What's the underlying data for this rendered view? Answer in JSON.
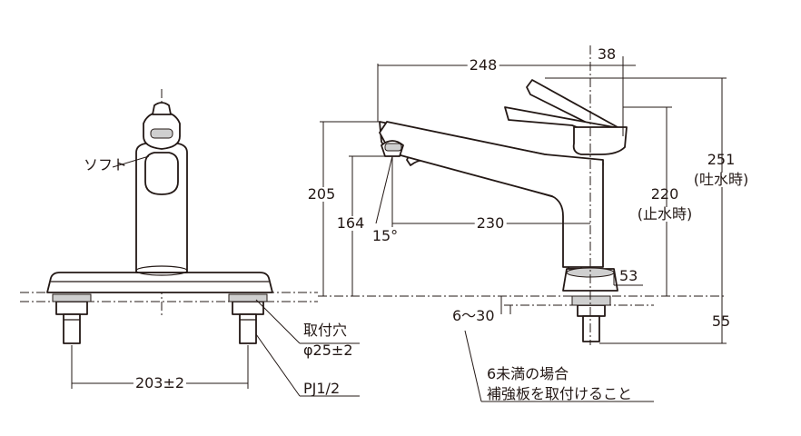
{
  "drawing": {
    "front_view": {
      "label_soft": "ソフト",
      "hole_label_line1": "取付穴",
      "hole_label_line2": "φ25±2",
      "pipe_thread": "PJ1/2",
      "mount_pitch": "203±2"
    },
    "side_view": {
      "dim_overall_width": "248",
      "dim_handle_offset": "38",
      "dim_height_open": "251",
      "dim_height_open_note": "(吐水時)",
      "dim_height_closed": "220",
      "dim_height_closed_note": "(止水時)",
      "dim_height_205": "205",
      "dim_height_164": "164",
      "dim_spout_reach": "230",
      "dim_angle": "15°",
      "dim_base": "53",
      "dim_shank": "55",
      "dim_counter_thickness": "6～30",
      "note_line1": "6未満の場合",
      "note_line2": "補強板を取付けること"
    }
  }
}
